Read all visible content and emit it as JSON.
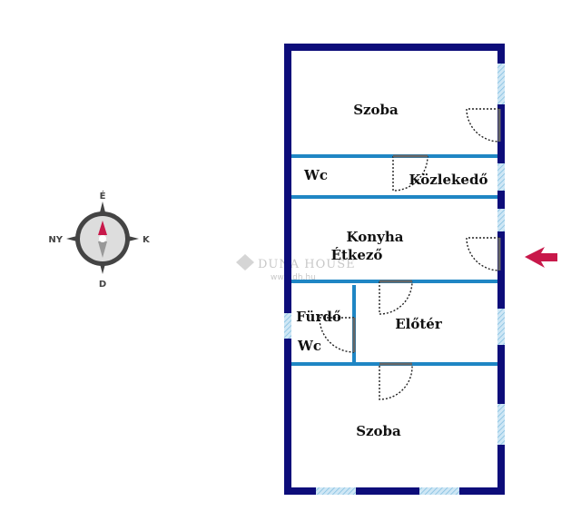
{
  "rooms": {
    "szoba_top": "Szoba",
    "wc_top": "Wc",
    "kozlekedo": "Közlekedő",
    "konyha": "Konyha",
    "etkezo": "Étkező",
    "furdo": "Fürdő",
    "wc_bottom": "Wc",
    "eloter": "Előtér",
    "szoba_bottom": "Szoba"
  },
  "compass": {
    "north": "É",
    "south": "D",
    "east": "K",
    "west": "NY"
  },
  "watermark": {
    "brand": "DUNA HOUSE",
    "url": "www.dh.hu"
  },
  "colors": {
    "outer_wall": "#0d0d7a",
    "inner_wall": "#1f86c4",
    "window": "#a9d4ec",
    "arrow": "#c8184a",
    "compass_needle": "#c8184a"
  }
}
